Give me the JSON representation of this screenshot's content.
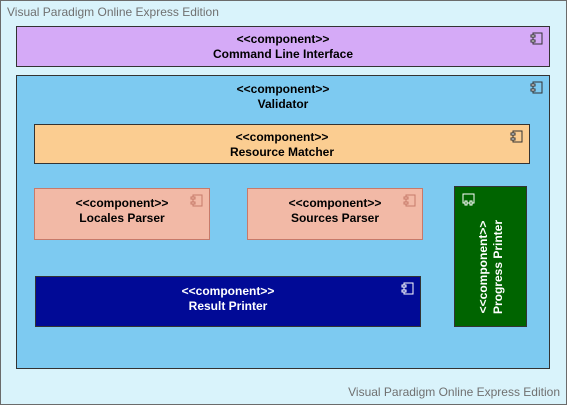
{
  "watermark": {
    "top": "Visual Paradigm Online Express Edition",
    "bottom": "Visual Paradigm Online Express Edition"
  },
  "components": {
    "cli": {
      "stereotype": "<<component>>",
      "name": "Command Line Interface",
      "fill": "#d5aaf7"
    },
    "validator": {
      "stereotype": "<<component>>",
      "name": "Validator",
      "fill": "#7dcaf1"
    },
    "resource_matcher": {
      "stereotype": "<<component>>",
      "name": "Resource Matcher",
      "fill": "#fbcd91"
    },
    "locales_parser": {
      "stereotype": "<<component>>",
      "name": "Locales Parser",
      "fill": "#f2b9a6"
    },
    "sources_parser": {
      "stereotype": "<<component>>",
      "name": "Sources Parser",
      "fill": "#f2b9a6"
    },
    "result_printer": {
      "stereotype": "<<component>>",
      "name": "Result Printer",
      "fill": "#010a96"
    },
    "progress_printer": {
      "stereotype": "<<component>>",
      "name": "Progress Printer",
      "fill": "#006400"
    }
  },
  "icons": {
    "component": "component-icon"
  }
}
